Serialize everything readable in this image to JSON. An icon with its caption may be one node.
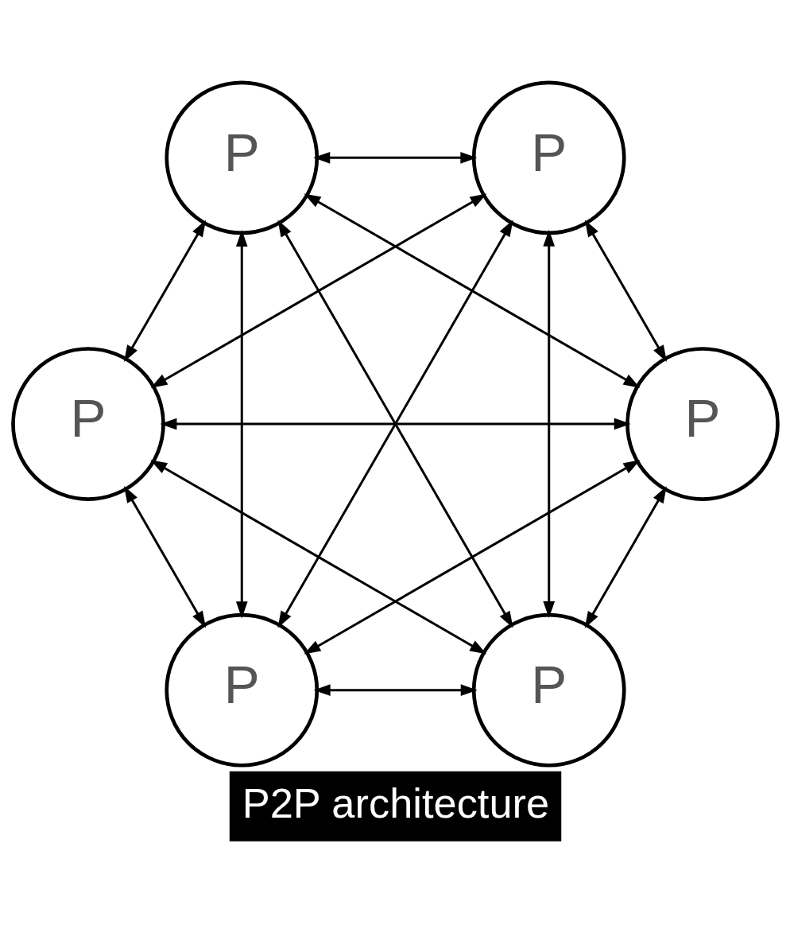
{
  "diagram": {
    "caption": "P2P architecture",
    "nodes": [
      {
        "text": [
          "P"
        ]
      },
      {
        "text": [
          "P"
        ]
      },
      {
        "text": [
          "P"
        ]
      },
      {
        "text": [
          "P"
        ]
      },
      {
        "text": [
          "P"
        ]
      },
      {
        "text": [
          "P"
        ]
      }
    ],
    "edges": [
      {
        "from": 0,
        "to": 1,
        "arrow": "both"
      },
      {
        "from": 0,
        "to": 2,
        "arrow": "both"
      },
      {
        "from": 0,
        "to": 3,
        "arrow": "both"
      },
      {
        "from": 0,
        "to": 4,
        "arrow": "both"
      },
      {
        "from": 0,
        "to": 5,
        "arrow": "both"
      },
      {
        "from": 1,
        "to": 2,
        "arrow": "both"
      },
      {
        "from": 1,
        "to": 3,
        "arrow": "both"
      },
      {
        "from": 1,
        "to": 4,
        "arrow": "both"
      },
      {
        "from": 1,
        "to": 5,
        "arrow": "both"
      },
      {
        "from": 2,
        "to": 3,
        "arrow": "both"
      },
      {
        "from": 2,
        "to": 4,
        "arrow": "both"
      },
      {
        "from": 2,
        "to": 5,
        "arrow": "both"
      },
      {
        "from": 3,
        "to": 4,
        "arrow": "both"
      },
      {
        "from": 3,
        "to": 5,
        "arrow": "both"
      },
      {
        "from": 4,
        "to": 5,
        "arrow": "both"
      }
    ]
  }
}
